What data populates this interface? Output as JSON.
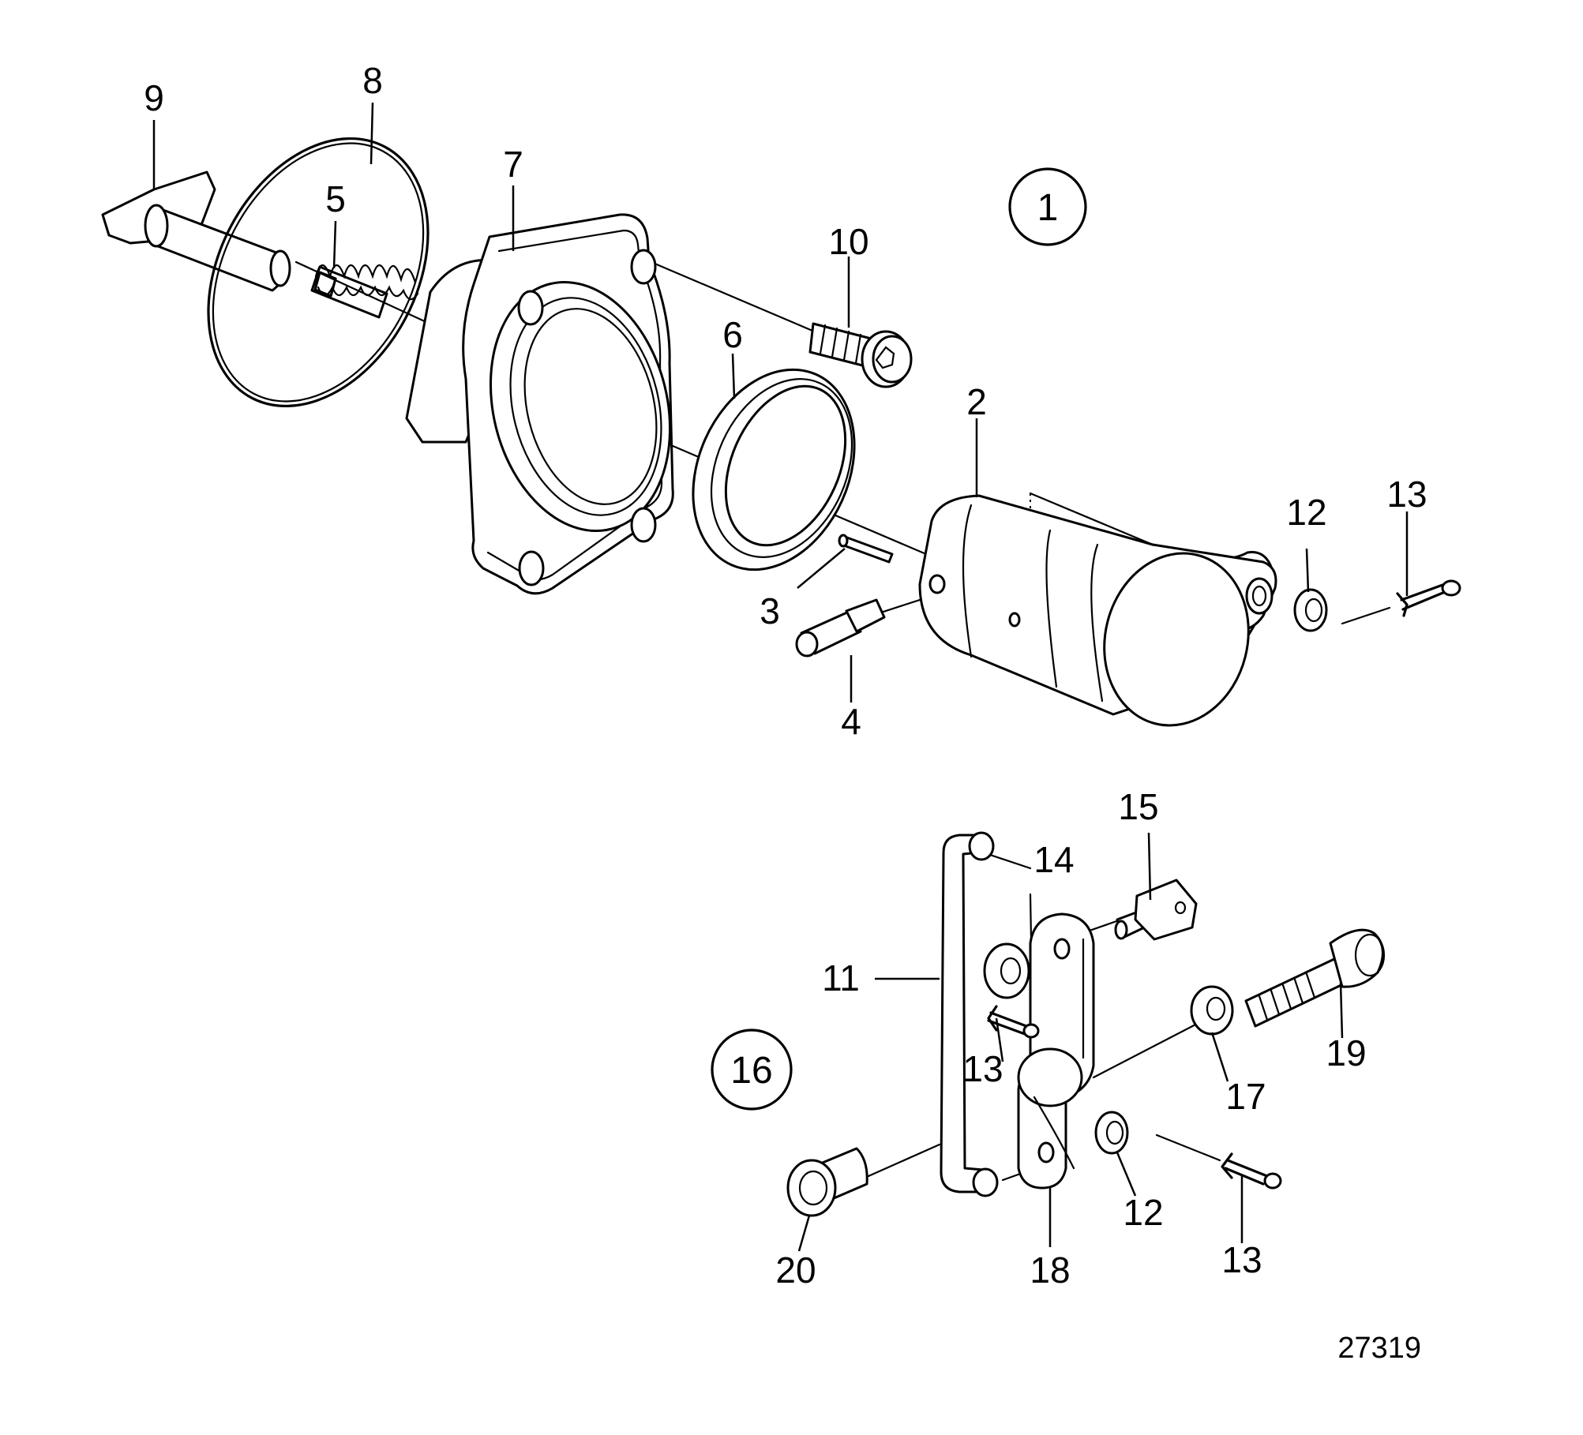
{
  "callouts": [
    "2",
    "3",
    "4",
    "5",
    "6",
    "7",
    "8",
    "9",
    "10",
    "11",
    "12",
    "13",
    "14",
    "15",
    "17",
    "18",
    "19",
    "20"
  ],
  "groups": [
    "1",
    "16"
  ],
  "drawing_number": "27319",
  "colors": {
    "line": "#000000",
    "background": "#ffffff"
  }
}
